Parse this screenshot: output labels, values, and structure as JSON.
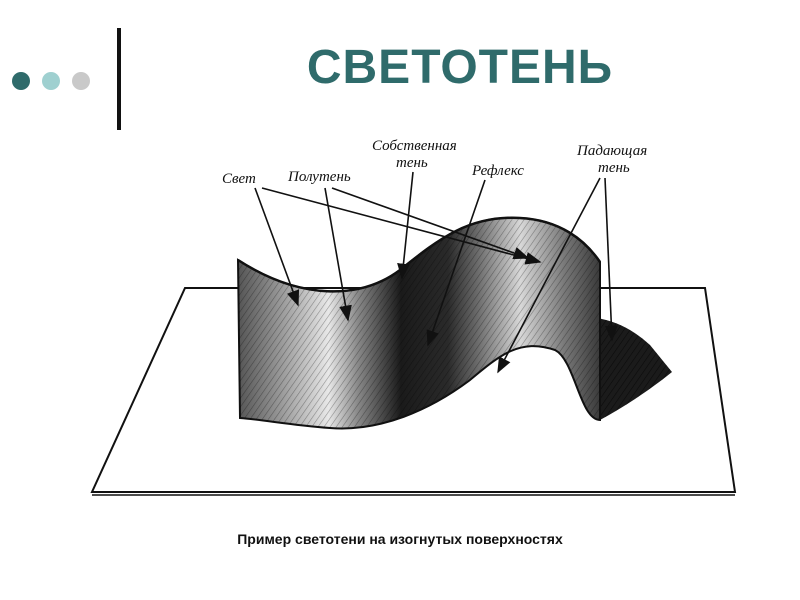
{
  "colors": {
    "title": "#2f6b6b",
    "dot1": "#2f6b6b",
    "dot2": "#9fd0d0",
    "dot3": "#c9c9c9"
  },
  "slide": {
    "title": "СВЕТОТЕНЬ",
    "caption": "Пример светотени на изогнутых  поверхностях"
  },
  "diagram": {
    "labels": {
      "light": "Свет",
      "halftone": "Полутень",
      "own_shadow_line1": "Собственная",
      "own_shadow_line2": "тень",
      "reflex": "Рефлекс",
      "cast_shadow_line1": "Падающая",
      "cast_shadow_line2": "тень"
    }
  }
}
